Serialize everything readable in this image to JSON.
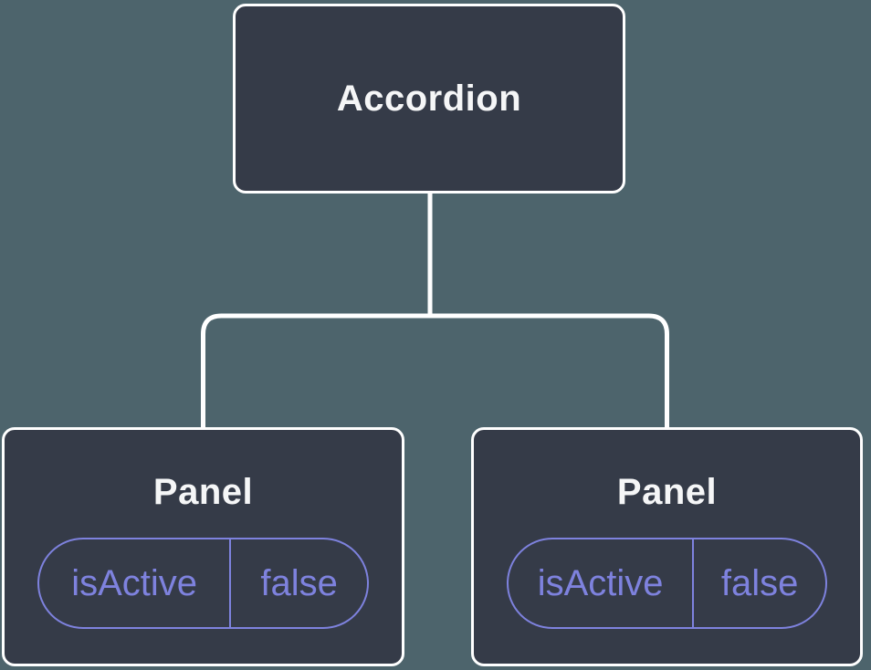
{
  "diagram": {
    "root": {
      "label": "Accordion"
    },
    "children": [
      {
        "label": "Panel",
        "props": [
          {
            "name": "isActive",
            "value": "false"
          }
        ]
      },
      {
        "label": "Panel",
        "props": [
          {
            "name": "isActive",
            "value": "false"
          }
        ]
      }
    ]
  },
  "colors": {
    "background": "#4D646C",
    "node_fill": "#353B48",
    "node_border": "#FFFFFF",
    "connector": "#FFFFFF",
    "title_text": "#F5F6F7",
    "state_accent": "#7E82DE"
  }
}
